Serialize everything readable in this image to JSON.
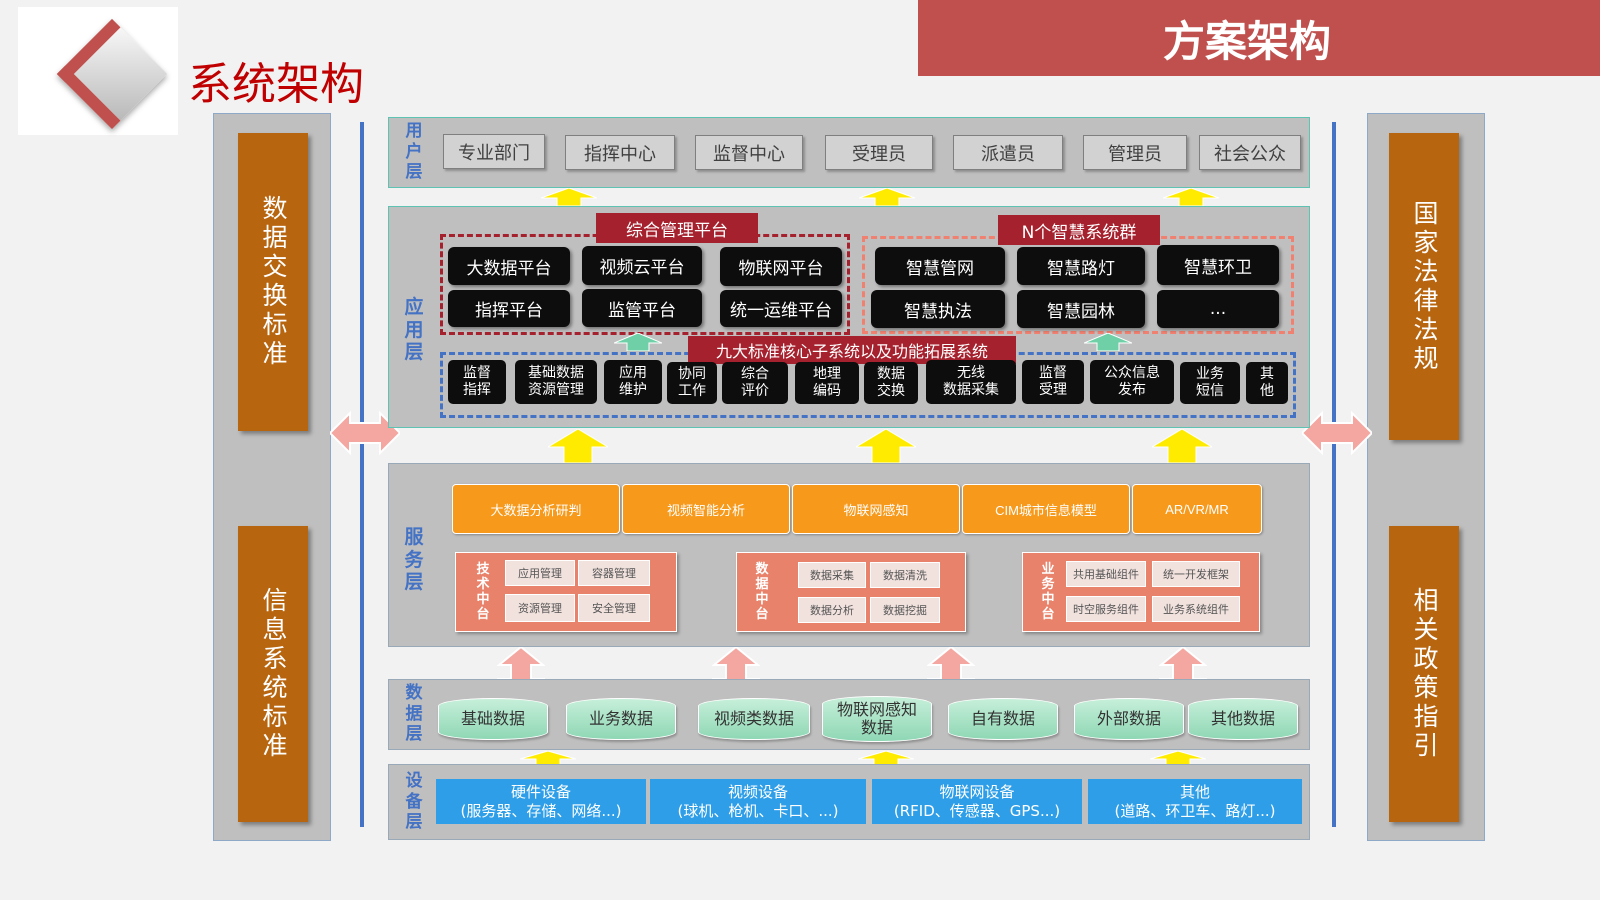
{
  "header": {
    "title": "系统架构",
    "banner": "方案架构"
  },
  "left_column": {
    "top": "数据交换标准",
    "bottom": "信息系统标准"
  },
  "right_column": {
    "top": "国家法律法规",
    "bottom": "相关政策指引"
  },
  "user_layer": {
    "label": "用户层",
    "items": [
      "专业部门",
      "指挥中心",
      "监督中心",
      "受理员",
      "派遣员",
      "管理员",
      "社会公众"
    ]
  },
  "app_layer": {
    "label": "应用层",
    "group1": {
      "title": "综合管理平台",
      "items": [
        "大数据平台",
        "视频云平台",
        "物联网平台",
        "指挥平台",
        "监管平台",
        "统一运维平台"
      ]
    },
    "group2": {
      "title": "N个智慧系统群",
      "items": [
        "智慧管网",
        "智慧路灯",
        "智慧环卫",
        "智慧执法",
        "智慧园林",
        "..."
      ]
    },
    "core": {
      "title": "九大标准核心子系统以及功能拓展系统",
      "items": [
        "监督\n指挥",
        "基础数据\n资源管理",
        "应用\n维护",
        "协同\n工作",
        "综合\n评价",
        "地理\n编码",
        "数据\n交换",
        "无线\n数据采集",
        "监督\n受理",
        "公众信息\n发布",
        "业务\n短信",
        "其\n他"
      ]
    }
  },
  "service_layer": {
    "label": "服务层",
    "top_items": [
      "大数据分析研判",
      "视频智能分析",
      "物联网感知",
      "CIM城市信息模型",
      "AR/VR/MR"
    ],
    "platforms": [
      {
        "label": "技术中台",
        "items": [
          "应用管理",
          "容器管理",
          "资源管理",
          "安全管理"
        ]
      },
      {
        "label": "数据中台",
        "items": [
          "数据采集",
          "数据清洗",
          "数据分析",
          "数据挖掘"
        ]
      },
      {
        "label": "业务中台",
        "items": [
          "共用基础组件",
          "统一开发框架",
          "时空服务组件",
          "业务系统组件"
        ]
      }
    ]
  },
  "data_layer": {
    "label": "数据层",
    "items": [
      "基础数据",
      "业务数据",
      "视频类数据",
      "物联网感知\n数据",
      "自有数据",
      "外部数据",
      "其他数据"
    ]
  },
  "device_layer": {
    "label": "设备层",
    "items": [
      {
        "name": "硬件设备",
        "detail": "(服务器、存储、网络...)"
      },
      {
        "name": "视频设备",
        "detail": "(球机、枪机、卡口、...)"
      },
      {
        "name": "物联网设备",
        "detail": "(RFID、传感器、GPS...)"
      },
      {
        "name": "其他",
        "detail": "(道路、环卫车、路灯...)"
      }
    ]
  },
  "colors": {
    "accent_red": "#c0504d",
    "side_bar": "#b8650f",
    "orange": "#f79a1c",
    "salmon": "#e8826a",
    "green": "#8fd7b5",
    "blue": "#2e9ee8",
    "layer_label": "#4472c4"
  }
}
